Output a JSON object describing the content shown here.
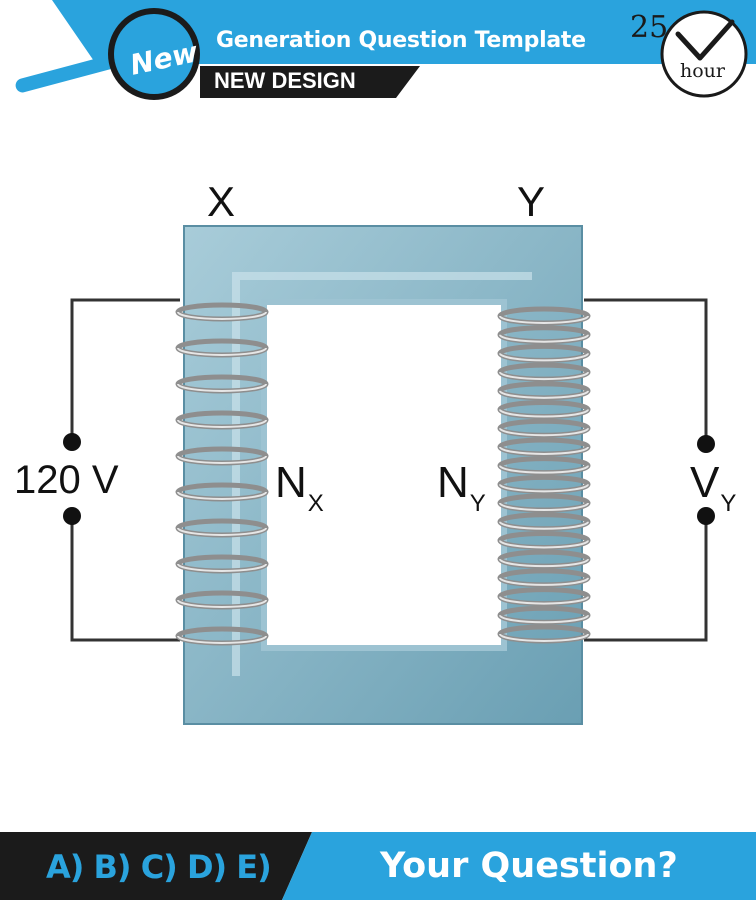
{
  "header": {
    "badge": "New",
    "title": "Generation Question Template",
    "subtitle": "NEW DESIGN",
    "clock_number": "25",
    "clock_unit": "hour"
  },
  "diagram": {
    "coil_x_label": "X",
    "coil_y_label": "Y",
    "input_voltage": "120 V",
    "turns_x": {
      "base": "N",
      "sub": "X"
    },
    "turns_y": {
      "base": "N",
      "sub": "Y"
    },
    "output_voltage": {
      "base": "V",
      "sub": "Y"
    }
  },
  "footer": {
    "answers": "A) B) C) D) E)",
    "question": "Your Question?"
  },
  "colors": {
    "brand_blue": "#2aa3dd",
    "core_blue": "#7fb1c4",
    "dark_band": "#1b1b1b"
  }
}
